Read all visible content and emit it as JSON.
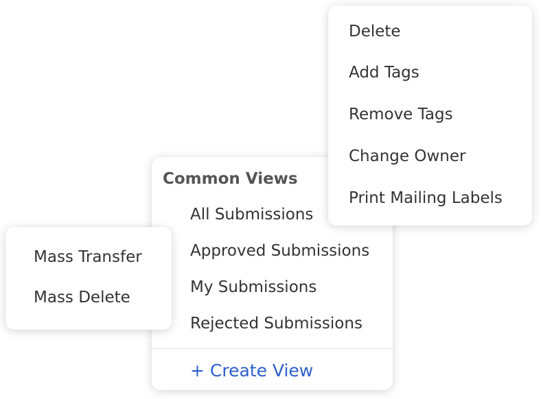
{
  "views_menu": {
    "heading": "Common Views",
    "items": [
      "All Submissions",
      "Approved Submissions",
      "My Submissions",
      "Rejected Submissions"
    ],
    "create_view": "+ Create View"
  },
  "actions_menu": {
    "items": [
      "Delete",
      "Add Tags",
      "Remove Tags",
      "Change Owner",
      "Print Mailing Labels"
    ]
  },
  "mass_menu": {
    "items": [
      "Mass Transfer",
      "Mass Delete"
    ]
  },
  "colors": {
    "text": "#333333",
    "heading": "#555555",
    "link": "#2d5fcc",
    "divider": "#e2e2e2"
  }
}
